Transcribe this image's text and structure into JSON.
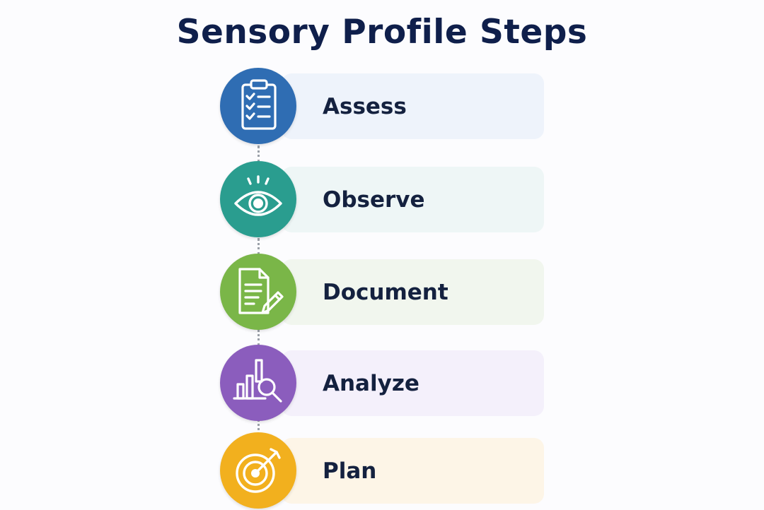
{
  "diagram": {
    "title": "Sensory Profile Steps",
    "steps": [
      {
        "label": "Assess",
        "icon": "clipboard-checklist-icon",
        "circle_color": "#2f6db3",
        "card_color": "#eef3fb"
      },
      {
        "label": "Observe",
        "icon": "eye-icon",
        "circle_color": "#2a9d8f",
        "card_color": "#eef6f6"
      },
      {
        "label": "Document",
        "icon": "document-pencil-icon",
        "circle_color": "#7ab648",
        "card_color": "#f1f6ee"
      },
      {
        "label": "Analyze",
        "icon": "bar-chart-magnifier-icon",
        "circle_color": "#8b5dbd",
        "card_color": "#f4f0fb"
      },
      {
        "label": "Plan",
        "icon": "target-arrow-icon",
        "circle_color": "#f2b01e",
        "card_color": "#fdf5e7"
      }
    ]
  }
}
